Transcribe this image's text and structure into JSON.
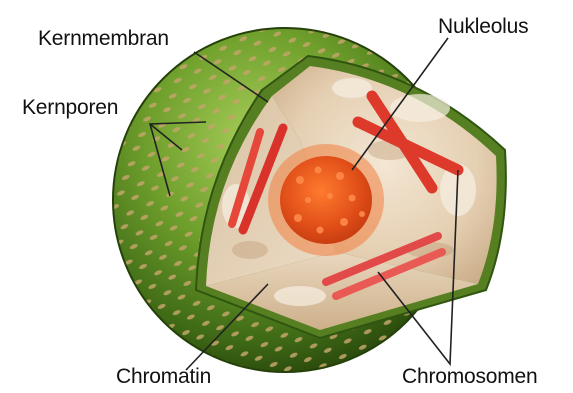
{
  "labels": {
    "kernmembran": "Kernmembran",
    "nukleolus": "Nukleolus",
    "kernporen": "Kernporen",
    "chromatin": "Chromatin",
    "chromosomen": "Chromosomen"
  },
  "colors": {
    "membrane": "#5e8f24",
    "membrane_dark": "#2f5510",
    "pore": "#b99a5c",
    "interior": "#e6d1b6",
    "chromosome": "#e0392a",
    "nucleolus": "#e8501c",
    "leader_line": "#222222"
  }
}
